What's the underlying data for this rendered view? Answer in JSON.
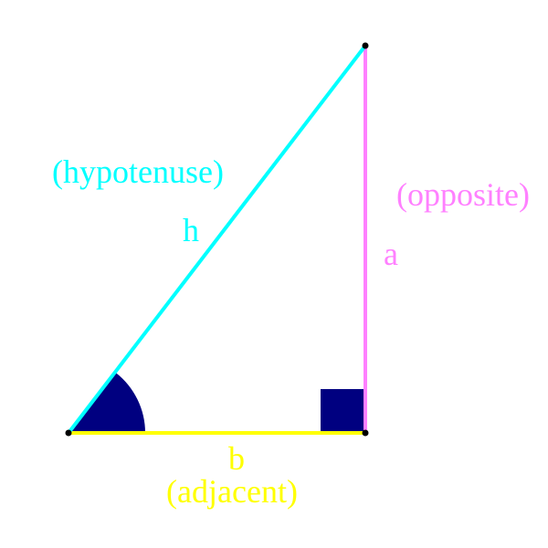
{
  "colors": {
    "hypotenuse": "#00FFFF",
    "opposite": "#FF80FF",
    "adjacent": "#FFFF00",
    "angle_fill": "#000080",
    "vertex": "#000000",
    "background": "#FFFFFF"
  },
  "labels": {
    "hypotenuse_letter": "h",
    "hypotenuse_word": "(hypotenuse)",
    "opposite_letter": "a",
    "opposite_word": "(opposite)",
    "adjacent_letter": "b",
    "adjacent_word": "(adjacent)"
  }
}
